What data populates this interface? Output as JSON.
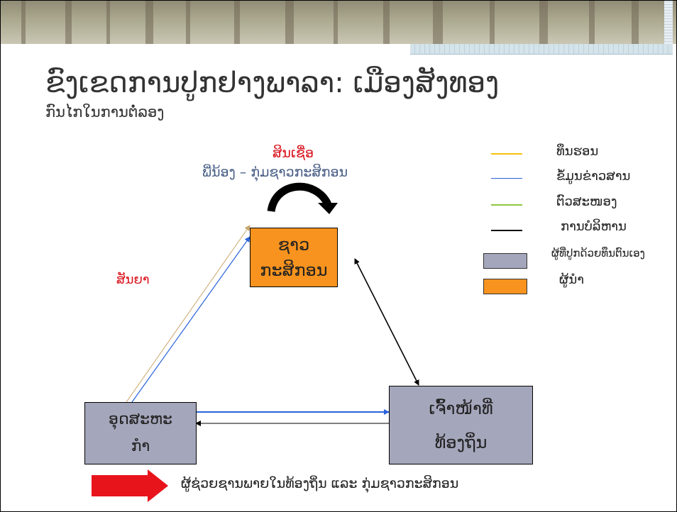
{
  "title": "ຂົງເຂດການປູກຢາງພາລາ: ເມືອງສັງທອງ",
  "subtitle": "ກົນໄກໃນການຕໍ່ລອງ",
  "top_labels": {
    "credit": "ສິນເຊື່ອ",
    "peer_group": "ພີ່ນ້ອງ – ກຸ່ມຊາວກະສິກອນ"
  },
  "contract_label": "ສັນຍາ",
  "nodes": {
    "farmer_line1": "ຊາວ",
    "farmer_line2": "ກະສິກອນ",
    "industry_line1": "ອຸດສະຫະ",
    "industry_line2": "ກໍາ",
    "officials_line1": "ເຈົ້າໜ້າທີ່",
    "officials_line2": "ທ້ອງຖິ່ນ"
  },
  "legend": [
    {
      "label": "ທຶນຮອນ",
      "color": "#f4c20d"
    },
    {
      "label": "ຂໍ້ມູນຂ່າວສານ",
      "color": "#2a62d9"
    },
    {
      "label": "ຕົວສະໜອງ",
      "color": "#8dc63f"
    },
    {
      "label": "ການບໍລິຫານ",
      "color": "#000000"
    },
    {
      "label": "ຜູ້ທີ່ປູກດ້ວຍທຶນຕົນເອງ",
      "color": "#a4a6bb"
    },
    {
      "label": "ຜູ້ນໍາ",
      "color": "#f7931e"
    }
  ],
  "footer_text": "ຜູ້ຊ່ວຍຊານພາຍໃນທ້ອງຖິ່ນ ແລະ ກຸ່ມຊາວກະສິກອນ",
  "colors": {
    "red_label": "#d9141e",
    "peer_label": "#4a5f86",
    "footer_arrow": "#e8141b"
  }
}
